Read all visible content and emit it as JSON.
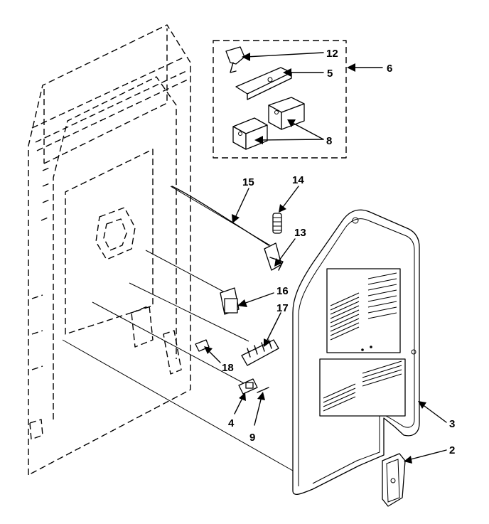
{
  "colors": {
    "ink": "#000000",
    "paper": "#ffffff"
  },
  "callouts": [
    {
      "id": "label-12",
      "text": "12"
    },
    {
      "id": "label-5",
      "text": "5"
    },
    {
      "id": "label-6",
      "text": "6"
    },
    {
      "id": "label-8",
      "text": "8"
    },
    {
      "id": "label-15",
      "text": "15"
    },
    {
      "id": "label-14",
      "text": "14"
    },
    {
      "id": "label-13",
      "text": "13"
    },
    {
      "id": "label-16",
      "text": "16"
    },
    {
      "id": "label-17",
      "text": "17"
    },
    {
      "id": "label-18",
      "text": "18"
    },
    {
      "id": "label-4",
      "text": "4"
    },
    {
      "id": "label-9",
      "text": "9"
    },
    {
      "id": "label-3",
      "text": "3"
    },
    {
      "id": "label-2",
      "text": "2"
    }
  ]
}
